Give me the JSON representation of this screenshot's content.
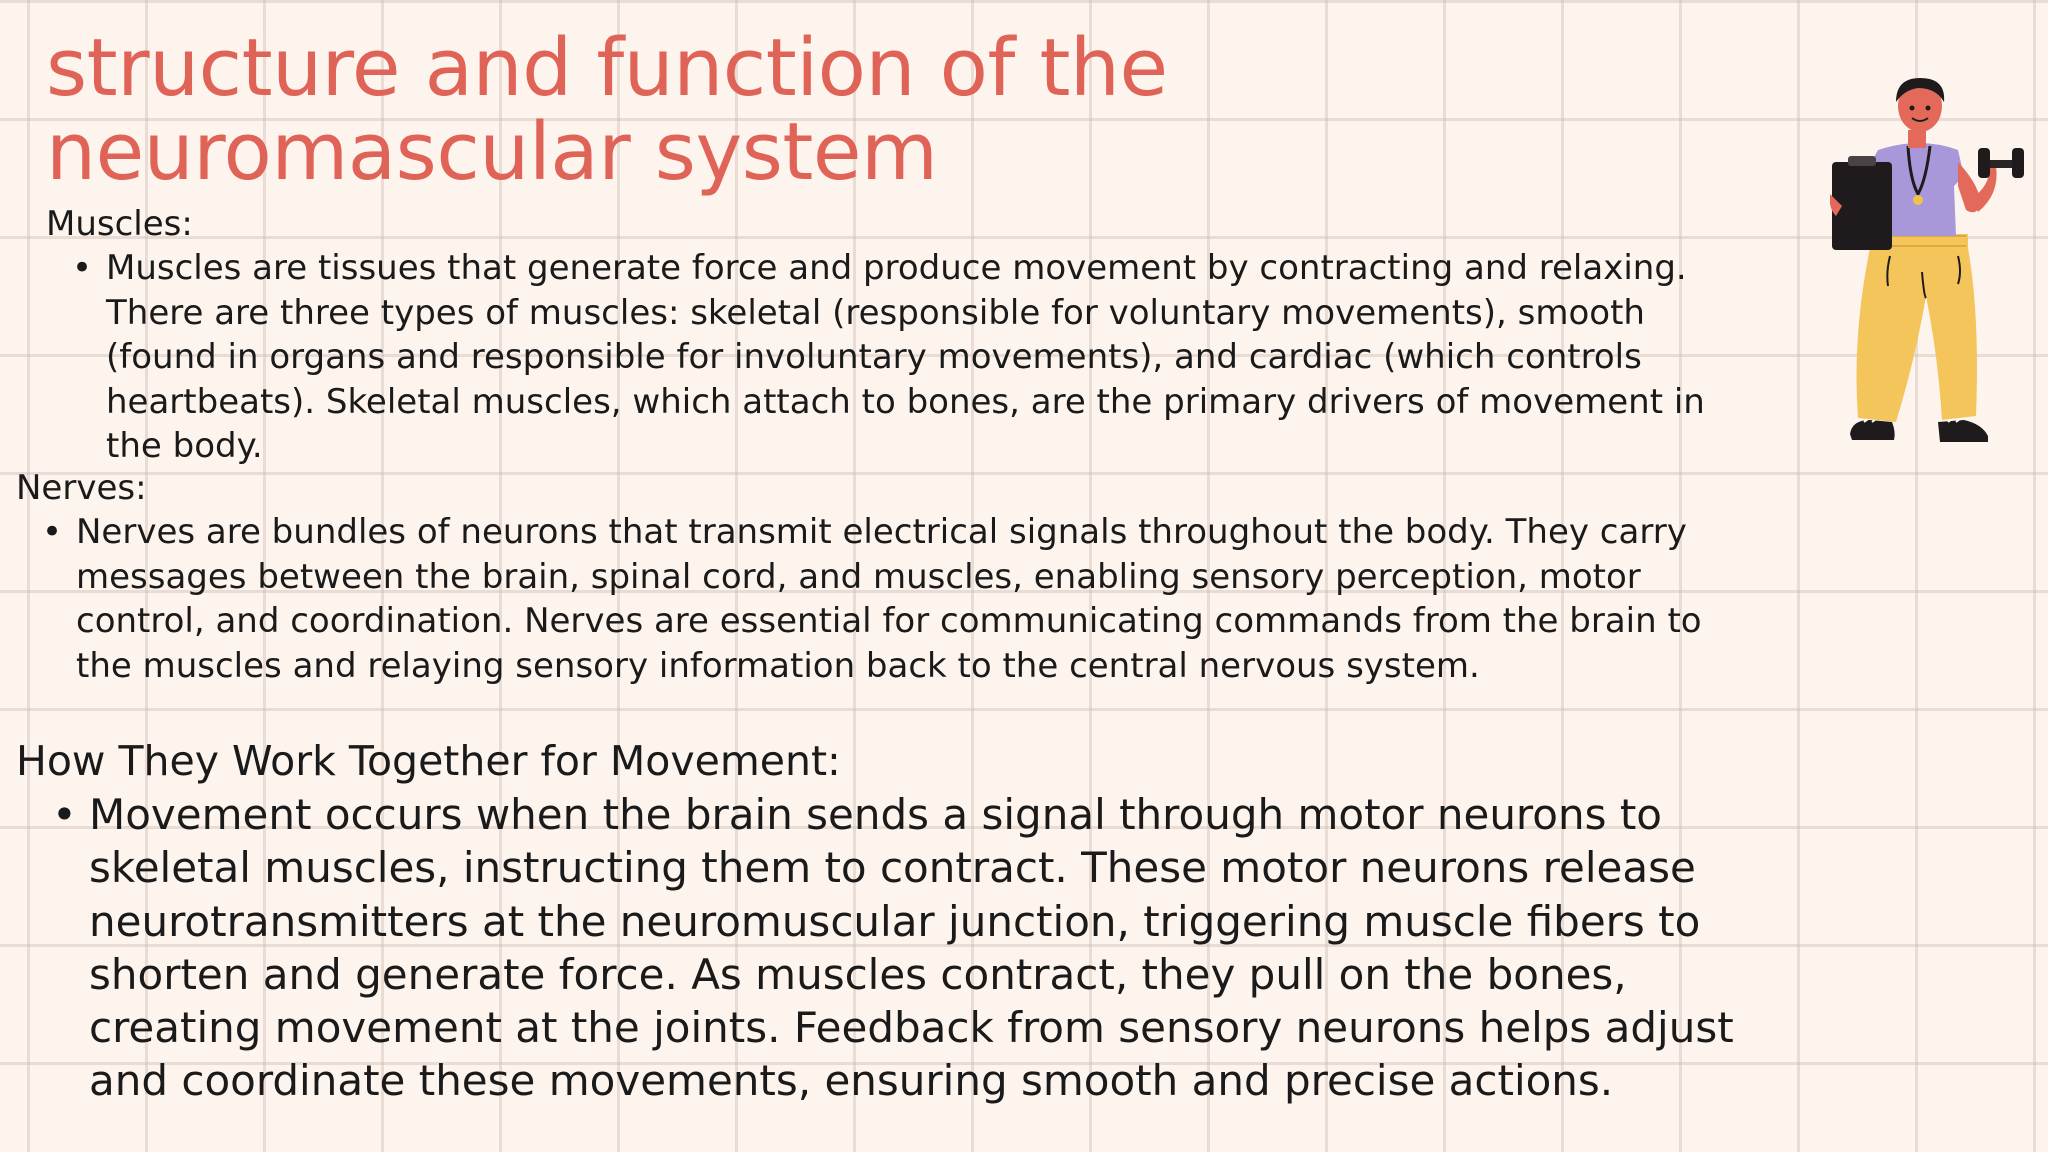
{
  "slide": {
    "title_line1": "structure and function of the",
    "title_line2": "neuromascular system",
    "accent_color": "#e06358"
  },
  "sections": {
    "muscles": {
      "heading": "Muscles:",
      "bullet": "Muscles are tissues that generate force and produce movement by contracting and relaxing. There are three types of muscles: skeletal (responsible for voluntary movements), smooth (found in organs and responsible for involuntary movements), and cardiac (which controls heartbeats). Skeletal muscles, which attach to bones, are the primary drivers of movement in the body."
    },
    "nerves": {
      "heading": "Nerves:",
      "bullet": "Nerves are bundles of neurons that transmit electrical signals throughout the body. They carry messages between the brain, spinal cord, and muscles, enabling sensory perception, motor control, and coordination. Nerves are essential for communicating commands from the brain to the muscles and relaying sensory information back to the central nervous system."
    },
    "together": {
      "heading": "How They Work Together for Movement:",
      "bullet": "Movement occurs when the brain sends a signal through motor neurons to skeletal muscles, instructing them to contract. These motor neurons release neurotransmitters at the neuromuscular junction, triggering muscle fibers to shorten and generate force. As muscles contract, they pull on the bones, creating movement at the joints. Feedback from sensory neurons helps adjust and coordinate these movements, ensuring smooth and precise actions."
    }
  },
  "illustration": {
    "icon": "coach-with-clipboard-and-dumbbell-icon"
  }
}
